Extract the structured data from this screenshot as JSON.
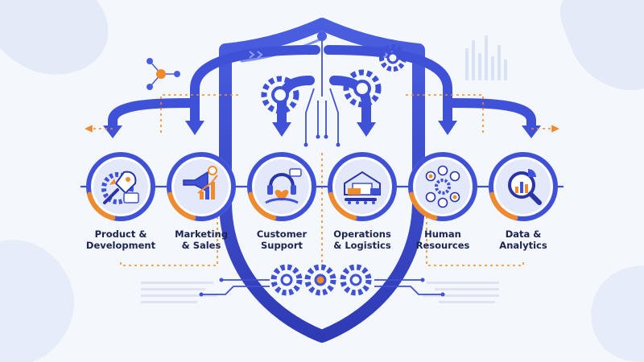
{
  "departments": [
    {
      "line1": "Product &",
      "line2": "Development",
      "icon": "rocket-gear-icon"
    },
    {
      "line1": "Marketing",
      "line2": "& Sales",
      "icon": "megaphone-chart-icon"
    },
    {
      "line1": "Customer",
      "line2": "Support",
      "icon": "headset-heart-icon"
    },
    {
      "line1": "Operations",
      "line2": "& Logistics",
      "icon": "warehouse-truck-icon"
    },
    {
      "line1": "Human",
      "line2": "Resources",
      "icon": "people-network-icon"
    },
    {
      "line1": "Data &",
      "line2": "Analytics",
      "icon": "magnifier-chart-icon"
    }
  ],
  "colors": {
    "primary": "#3f51d6",
    "primary_dark": "#2a34a8",
    "accent": "#f08a2c",
    "ring_light": "#e3e9fb",
    "text": "#1c2452",
    "background": "#f4f7fc"
  }
}
